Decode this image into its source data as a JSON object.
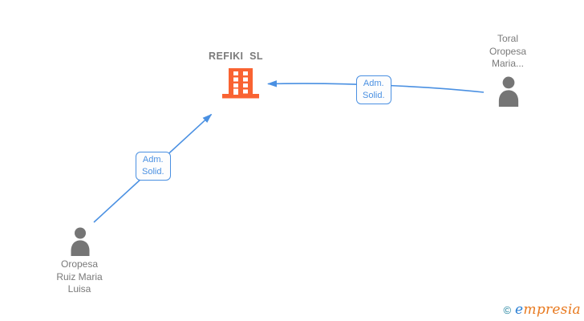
{
  "colors": {
    "edge": "#4a90e2",
    "company_icon": "#f96332",
    "person_icon": "#757575",
    "node_text": "#7a7a7a",
    "copyright": "#1a7f9c",
    "brand_e": "#2a7fd4",
    "brand_rest": "#e8791e"
  },
  "company": {
    "name": "REFIKI  SL",
    "icon": "building-icon"
  },
  "persons": [
    {
      "id": "person-left",
      "icon": "person-icon",
      "lines": [
        "Oropesa",
        "Ruiz Maria",
        "Luisa"
      ]
    },
    {
      "id": "person-right",
      "icon": "person-icon",
      "lines": [
        "Toral",
        "Oropesa",
        "Maria..."
      ]
    }
  ],
  "edges": [
    {
      "from": "Oropesa Ruiz Maria Luisa",
      "to": "REFIKI SL",
      "label_lines": [
        "Adm.",
        "Solid."
      ]
    },
    {
      "from": "Toral Oropesa Maria...",
      "to": "REFIKI SL",
      "label_lines": [
        "Adm.",
        "Solid."
      ]
    }
  ],
  "watermark": {
    "copyright_symbol": "©",
    "brand_first_letter": "e",
    "brand_rest": "mpresia"
  }
}
